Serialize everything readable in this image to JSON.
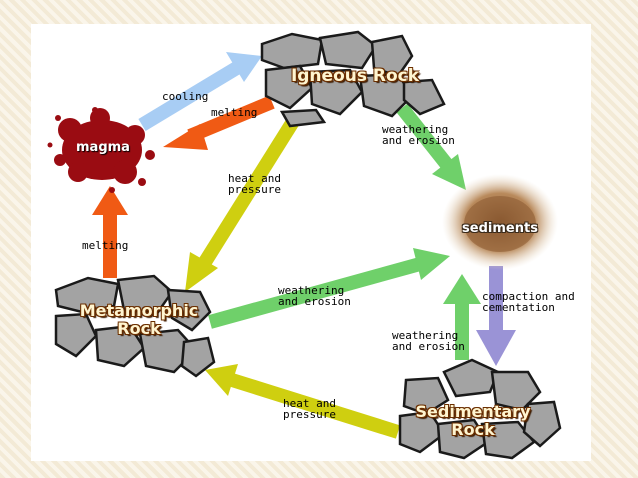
{
  "nodes": {
    "igneous": "Igneous Rock",
    "magma": "magma",
    "sediments": "sediments",
    "metamorphic_line1": "Metamorphic",
    "metamorphic_line2": "Rock",
    "sedimentary_line1": "Sedimentary",
    "sedimentary_line2": "Rock"
  },
  "arrows": {
    "cooling": "cooling",
    "melting_top": "melting",
    "melting_left": "melting",
    "weathering_top": "weathering\nand erosion",
    "heat_top": "heat and\npressure",
    "weathering_middle": "weathering\nand erosion",
    "compaction": "compaction and\ncementation",
    "weathering_bottom": "weathering\nand erosion",
    "heat_bottom": "heat and\npressure"
  },
  "colors": {
    "cooling": "#a8cdf4",
    "melting": "#f05a14",
    "heat_pressure": "#cfcf10",
    "weathering": "#6fd06a",
    "compaction": "#9a93d6",
    "magma": "#9a0c12",
    "rock": "#9a9a9a",
    "igneous_title_text": "#fff5d0",
    "title_outline": "#6b2e00"
  }
}
